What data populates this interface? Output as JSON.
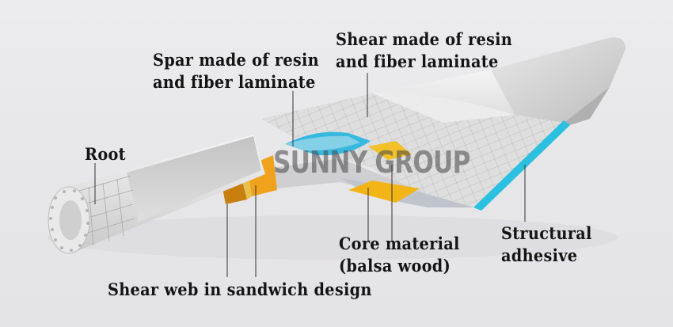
{
  "diagram": {
    "subject": "Wind turbine blade cutaway",
    "labels": {
      "spar": {
        "line1": "Spar made of resin",
        "line2": "and fiber laminate"
      },
      "shear": {
        "line1": "Shear made of resin",
        "line2": "and fiber laminate"
      },
      "root": {
        "line1": "Root"
      },
      "core": {
        "line1": "Core material",
        "line2": "(balsa wood)"
      },
      "adhesive": {
        "line1": "Structural",
        "line2": "adhesive"
      },
      "shear_web": {
        "line1": "Shear web in sandwich design"
      }
    },
    "watermark": "SUNNY GROUP",
    "colors": {
      "background": "#e8e8ea",
      "shell": "#dcdcdc",
      "adhesive_blue": "#2bbfe0",
      "core_yellow": "#f2b416",
      "web_orange": "#d98a12",
      "text": "#141414"
    }
  }
}
